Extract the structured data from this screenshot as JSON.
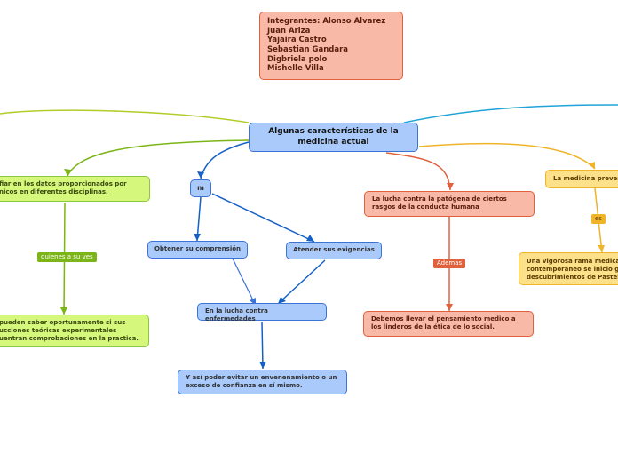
{
  "members": "Integrantes: Alonso Alvarez\nJuan Ariza\nYajaira Castro\nSebastian Gandara\nDigbriela polo\nMishelle Villa",
  "central": "Algunas características de la medicina actual",
  "m": "m",
  "obtener": "Obtener su comprensión",
  "atender": "Atender sus exigencias",
  "lucha_enf": "En la lucha contra enfermedades",
  "evitar": "Y así poder evitar un envenenamiento o un exceso de confianza en sí mismo.",
  "patogena": "La lucha contra la patógena de ciertos rasgos de la conducta humana",
  "ademas": "Ademas",
  "linderos": "Debemos llevar el pensamiento medico a los linderos de la ética de lo social.",
  "confiar": "fiar en los datos proporcionados por\nnicos en diferentes disciplinas.",
  "quienes": "quienes a su ves",
  "pueden": "pueden saber oportunamente si sus\nucciones teóricas experimentales\nuentran comprobaciones en la practica.",
  "preventiva": "La medicina preven",
  "es": "es",
  "rama": "Una vigorosa rama medica\ncontemporáneo se inicio g\ndescubrimientos de Pastel"
}
